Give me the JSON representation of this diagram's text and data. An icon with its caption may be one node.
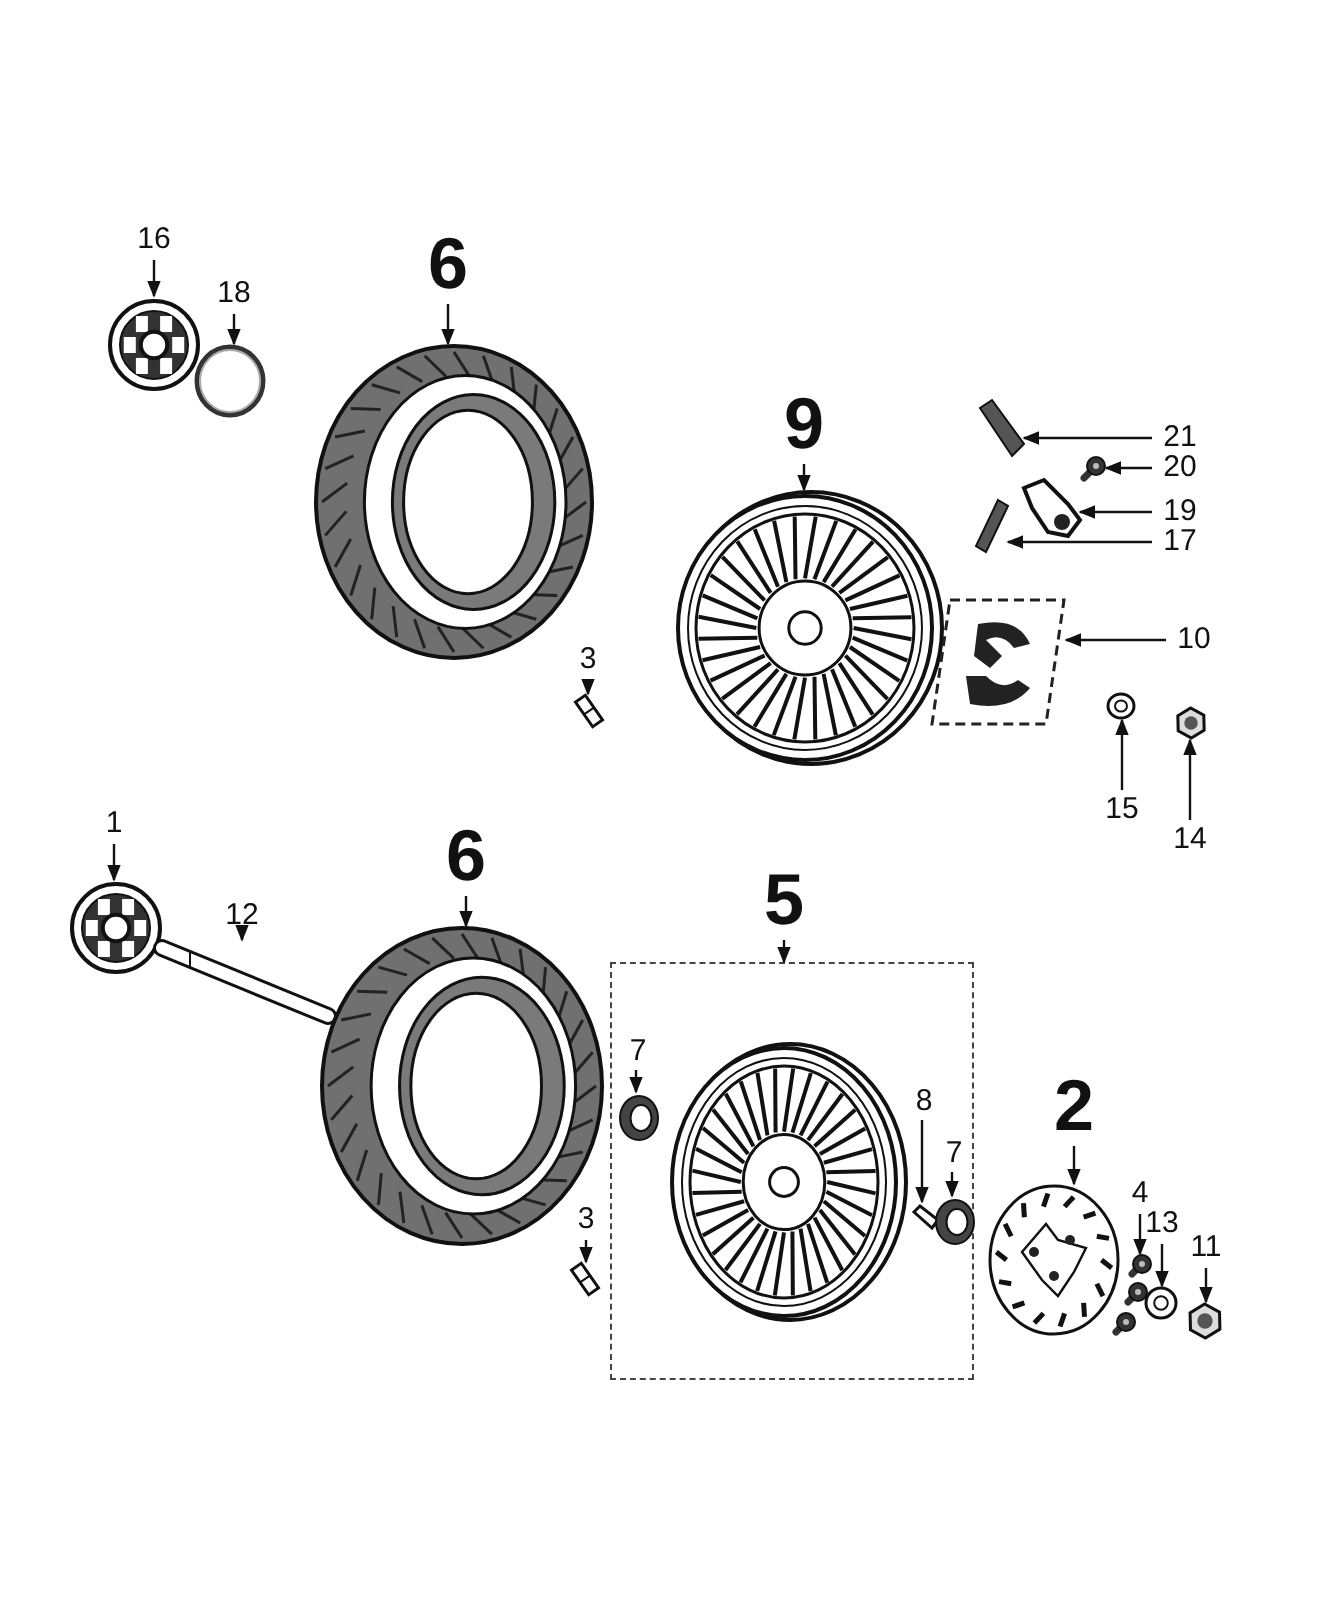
{
  "diagram": {
    "nodes": [
      {
        "text": [
          "16"
        ]
      },
      {
        "text": [],
        "shape": "picture"
      },
      {
        "text": [
          "18"
        ]
      },
      {
        "text": [],
        "shape": "picture"
      },
      {
        "text": [
          "6"
        ]
      },
      {
        "text": [],
        "shape": "picture"
      },
      {
        "text": [
          "9"
        ]
      },
      {
        "text": [],
        "shape": "picture"
      },
      {
        "text": [
          "21"
        ]
      },
      {
        "text": [],
        "shape": "picture"
      },
      {
        "text": [
          "20"
        ]
      },
      {
        "text": [],
        "shape": "picture"
      },
      {
        "text": [
          "19"
        ]
      },
      {
        "text": [],
        "shape": "picture"
      },
      {
        "text": [
          "17"
        ]
      },
      {
        "text": [],
        "shape": "picture"
      },
      {
        "text": [
          "10"
        ]
      },
      {
        "text": [],
        "shape": "box"
      },
      {
        "text": [
          "3"
        ]
      },
      {
        "text": [],
        "shape": "picture"
      },
      {
        "text": [
          "15"
        ]
      },
      {
        "text": [],
        "shape": "picture"
      },
      {
        "text": [
          "14"
        ]
      },
      {
        "text": [],
        "shape": "picture"
      },
      {
        "text": [
          "1"
        ]
      },
      {
        "text": [],
        "shape": "picture"
      },
      {
        "text": [
          "12"
        ]
      },
      {
        "text": [],
        "shape": "picture"
      },
      {
        "text": [
          "6"
        ]
      },
      {
        "text": [],
        "shape": "picture"
      },
      {
        "text": [
          "5"
        ]
      },
      {
        "text": [],
        "shape": "box"
      },
      {
        "text": [
          "7"
        ],
        "in": 31
      },
      {
        "text": [],
        "shape": "picture",
        "in": 31
      },
      {
        "text": [
          "8"
        ],
        "in": 31
      },
      {
        "text": [],
        "shape": "picture",
        "in": 31
      },
      {
        "text": [
          "7"
        ],
        "in": 31
      },
      {
        "text": [],
        "shape": "picture",
        "in": 31
      },
      {
        "text": [
          "2"
        ]
      },
      {
        "text": [],
        "shape": "picture"
      },
      {
        "text": [
          "4"
        ]
      },
      {
        "text": [],
        "shape": "picture"
      },
      {
        "text": [
          "13"
        ]
      },
      {
        "text": [],
        "shape": "picture"
      },
      {
        "text": [
          "11"
        ]
      },
      {
        "text": [],
        "shape": "picture"
      },
      {
        "text": [
          "3"
        ]
      },
      {
        "text": [],
        "shape": "picture"
      }
    ],
    "edges": [
      {
        "from": 0,
        "to": 1,
        "arrow": "to"
      },
      {
        "from": 2,
        "to": 3,
        "arrow": "to"
      },
      {
        "from": 4,
        "to": 5,
        "arrow": "to"
      },
      {
        "from": 6,
        "to": 7,
        "arrow": "to"
      },
      {
        "from": 8,
        "to": 9,
        "arrow": "to"
      },
      {
        "from": 10,
        "to": 11,
        "arrow": "to"
      },
      {
        "from": 12,
        "to": 13,
        "arrow": "to"
      },
      {
        "from": 14,
        "to": 15,
        "arrow": "to"
      },
      {
        "from": 16,
        "to": 17,
        "arrow": "to"
      },
      {
        "from": 18,
        "to": 19,
        "arrow": "to"
      },
      {
        "from": 20,
        "to": 21,
        "arrow": "to"
      },
      {
        "from": 22,
        "to": 23,
        "arrow": "to"
      },
      {
        "from": 24,
        "to": 25,
        "arrow": "to"
      },
      {
        "from": 26,
        "to": 27,
        "arrow": "to"
      },
      {
        "from": 28,
        "to": 29,
        "arrow": "to"
      },
      {
        "from": 30,
        "to": 31,
        "arrow": "to"
      },
      {
        "from": 32,
        "to": 33,
        "arrow": "to"
      },
      {
        "from": 34,
        "to": 35,
        "arrow": "to"
      },
      {
        "from": 36,
        "to": 37,
        "arrow": "to"
      },
      {
        "from": 38,
        "to": 39,
        "arrow": "to"
      },
      {
        "from": 40,
        "to": 41,
        "arrow": "to"
      },
      {
        "from": 42,
        "to": 43,
        "arrow": "to"
      },
      {
        "from": 44,
        "to": 45,
        "arrow": "to"
      },
      {
        "from": 46,
        "to": 47,
        "arrow": "to"
      }
    ]
  }
}
